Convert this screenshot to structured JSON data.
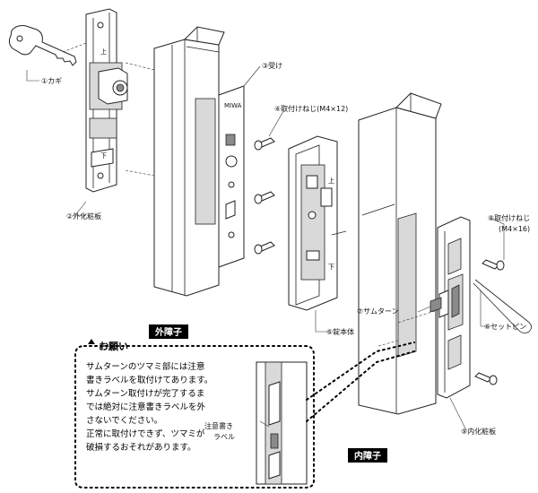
{
  "labels": {
    "key": "①カギ",
    "outer_plate": "②外化粧板",
    "strike": "③受け",
    "screw_m4x12": "④取付けねじ(M4×12)",
    "lock_body": "⑤錠本体",
    "set_pin": "⑥セットピン",
    "thumb_turn": "⑦サムターン",
    "screw_m4x16_a": "⑧取付けねじ",
    "screw_m4x16_b": "(M4×16)",
    "inner_plate": "⑨内化粧板",
    "caution_label_a": "注意書き",
    "caution_label_b": "ラベル"
  },
  "tags": {
    "outer": "外障子",
    "inner": "内障子"
  },
  "notice": {
    "title": "お願い",
    "lines": [
      "サムターンのツマミ部には注意",
      "書きラベルを取付けてあります。",
      "サムターン取付けが完了するま",
      "では絶対に注意書きラベルを外",
      "さないでください。",
      "正常に取付けできず、ツマミが",
      "破損するおそれがあります。"
    ]
  },
  "marks": {
    "brand": "MIWA",
    "up_a": "上",
    "down_a": "下",
    "up_b": "上",
    "down_b": "下"
  },
  "colors": {
    "tag_bg": "#000000",
    "line": "#222222"
  }
}
